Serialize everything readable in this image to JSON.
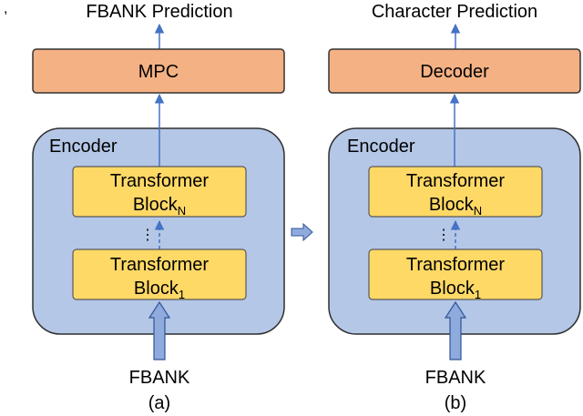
{
  "colors": {
    "head_fill": "#f4b183",
    "head_stroke": "#333333",
    "encoder_fill": "#b4c7e7",
    "encoder_stroke": "#2f2f2f",
    "block_fill": "#ffd966",
    "block_stroke": "#595959",
    "arrow": "#4472c4",
    "input_arrow_fill": "#8faadc",
    "input_arrow_stroke": "#2f5597"
  },
  "marks": {
    "top_left": ","
  },
  "panels": [
    {
      "caption": "(a)",
      "output_label": "FBANK Prediction",
      "head_label": "MPC",
      "encoder_label": "Encoder",
      "block_top": {
        "label": "Transformer",
        "label2": "Block",
        "subscript": "N"
      },
      "block_bottom": {
        "label": "Transformer",
        "label2": "Block",
        "subscript": "1"
      },
      "ellipsis": "⋮",
      "input_label": "FBANK"
    },
    {
      "caption": "(b)",
      "output_label": "Character Prediction",
      "head_label": "Decoder",
      "encoder_label": "Encoder",
      "block_top": {
        "label": "Transformer",
        "label2": "Block",
        "subscript": "N"
      },
      "block_bottom": {
        "label": "Transformer",
        "label2": "Block",
        "subscript": "1"
      },
      "ellipsis": "⋮",
      "input_label": "FBANK"
    }
  ]
}
